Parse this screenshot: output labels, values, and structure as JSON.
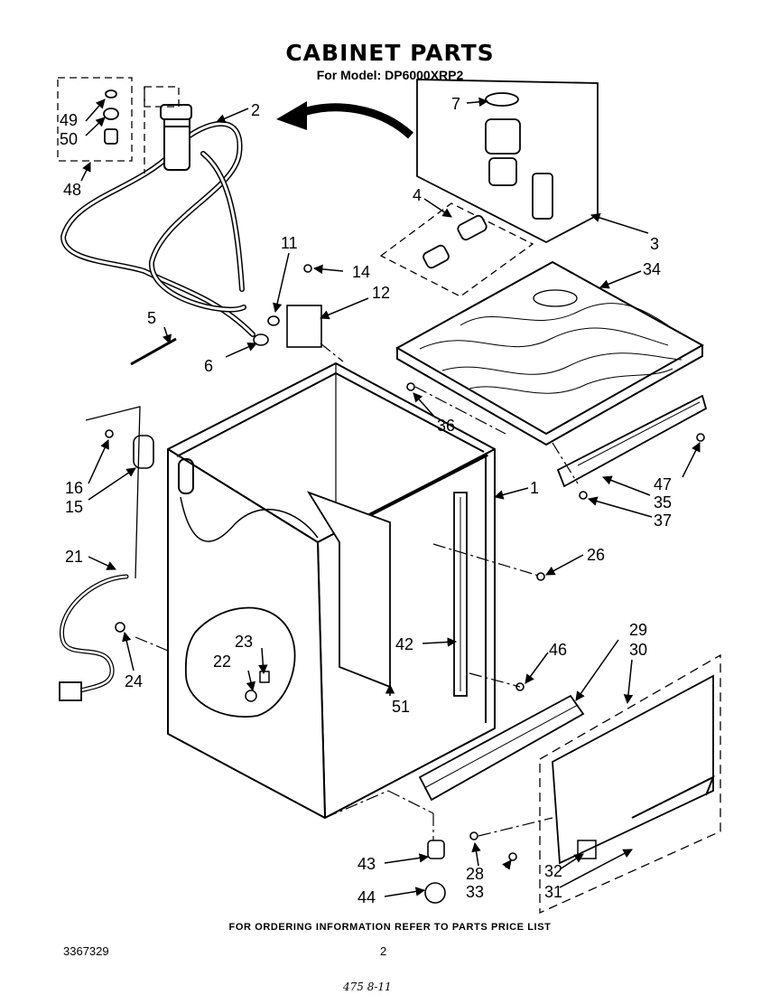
{
  "title": "CABINET PARTS",
  "subtitle": "For Model: DP6000XRP2",
  "footer_note": "FOR ORDERING INFORMATION REFER TO PARTS PRICE LIST",
  "doc_number": "3367329",
  "page_number": "2",
  "handwritten_note": "475 8-11",
  "callouts": [
    {
      "id": "c1",
      "label": "1"
    },
    {
      "id": "c2",
      "label": "2"
    },
    {
      "id": "c3",
      "label": "3"
    },
    {
      "id": "c4",
      "label": "4"
    },
    {
      "id": "c5",
      "label": "5"
    },
    {
      "id": "c6",
      "label": "6"
    },
    {
      "id": "c7",
      "label": "7"
    },
    {
      "id": "c11",
      "label": "11"
    },
    {
      "id": "c12",
      "label": "12"
    },
    {
      "id": "c14",
      "label": "14"
    },
    {
      "id": "c15",
      "label": "15"
    },
    {
      "id": "c16",
      "label": "16"
    },
    {
      "id": "c21",
      "label": "21"
    },
    {
      "id": "c22",
      "label": "22"
    },
    {
      "id": "c23",
      "label": "23"
    },
    {
      "id": "c24",
      "label": "24"
    },
    {
      "id": "c26",
      "label": "26"
    },
    {
      "id": "c28",
      "label": "28"
    },
    {
      "id": "c29",
      "label": "29"
    },
    {
      "id": "c30",
      "label": "30"
    },
    {
      "id": "c31",
      "label": "31"
    },
    {
      "id": "c32",
      "label": "32"
    },
    {
      "id": "c33",
      "label": "33"
    },
    {
      "id": "c34",
      "label": "34"
    },
    {
      "id": "c35",
      "label": "35"
    },
    {
      "id": "c36",
      "label": "36"
    },
    {
      "id": "c37",
      "label": "37"
    },
    {
      "id": "c42",
      "label": "42"
    },
    {
      "id": "c43",
      "label": "43"
    },
    {
      "id": "c44",
      "label": "44"
    },
    {
      "id": "c46",
      "label": "46"
    },
    {
      "id": "c47",
      "label": "47"
    },
    {
      "id": "c48",
      "label": "48"
    },
    {
      "id": "c49",
      "label": "49"
    },
    {
      "id": "c50",
      "label": "50"
    },
    {
      "id": "c51",
      "label": "51"
    }
  ]
}
